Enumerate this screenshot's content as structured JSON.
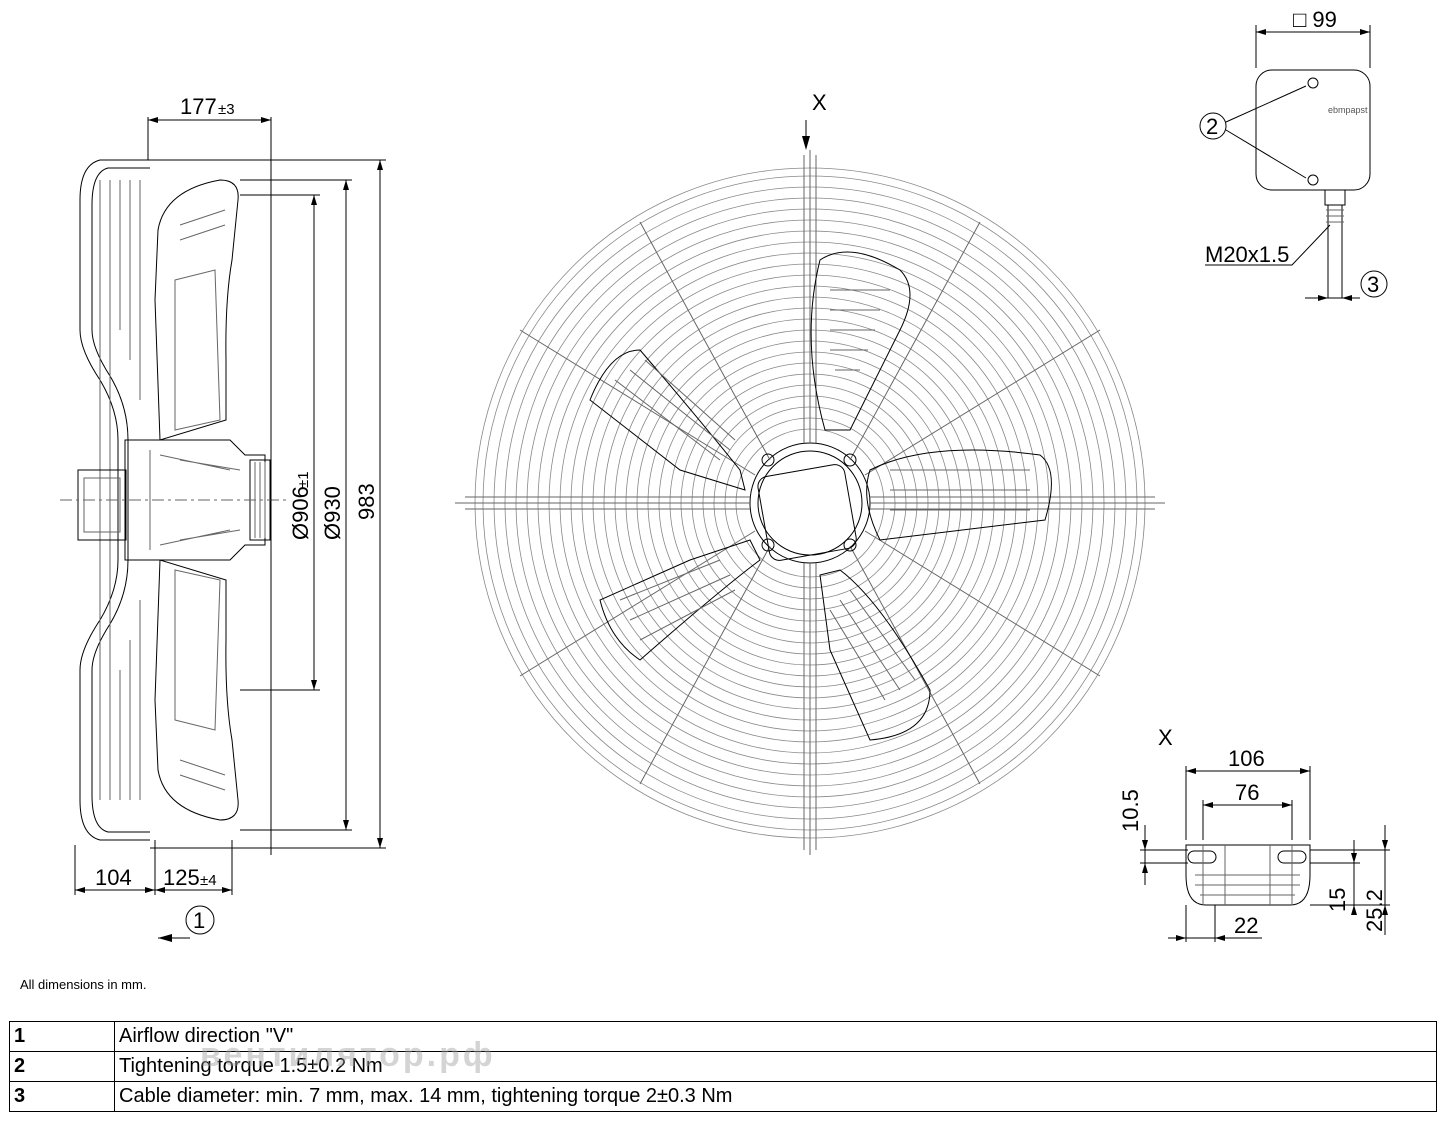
{
  "dimensions": {
    "side": {
      "d177": "177",
      "d177_tol": "±3",
      "d104": "104",
      "d125": "125",
      "d125_tol": "±4",
      "d906": "Ø906",
      "d906_tol": "±1",
      "d930": "Ø930",
      "d983": "983",
      "airflow_marker": "1"
    },
    "front": {
      "view_label": "X"
    },
    "terminal_box": {
      "square": "□ 99",
      "marker_2": "2",
      "thread": "M20x1.5",
      "marker_3": "3",
      "brand": "ebmpapst"
    },
    "detail_x": {
      "view_label": "X",
      "d106": "106",
      "d76": "76",
      "d10_5": "10.5",
      "d15": "15",
      "d25_2": "25.2",
      "d22": "22"
    }
  },
  "note": "All dimensions in mm.",
  "legend": [
    {
      "num": "1",
      "text": "Airflow direction \"V\""
    },
    {
      "num": "2",
      "text": "Tightening torque 1.5±0.2 Nm"
    },
    {
      "num": "3",
      "text": "Cable diameter: min. 7 mm, max. 14 mm, tightening torque 2±0.3 Nm"
    }
  ],
  "watermark": "вентилятор.рф"
}
